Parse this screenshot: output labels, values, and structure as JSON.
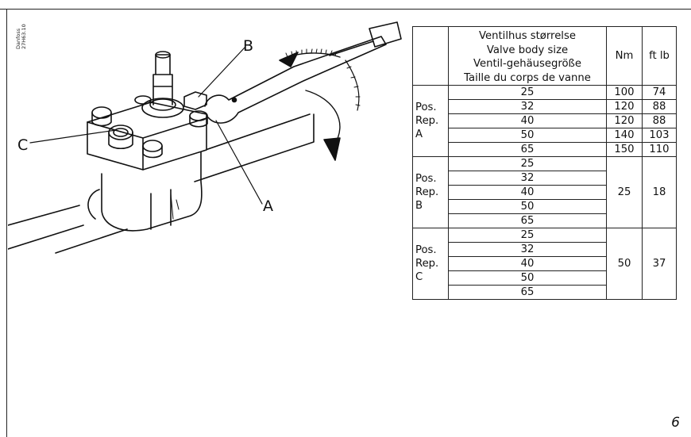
{
  "figure": {
    "code_line1": "Danfoss",
    "code_line2": "27H63.10",
    "callout_a": "A",
    "callout_b": "B",
    "callout_c": "C"
  },
  "table": {
    "header_size_lines": [
      "Ventilhus størrelse",
      "Valve body size",
      "Ventil-gehäusegröße",
      "Taille du corps de vanne"
    ],
    "header_nm": "Nm",
    "header_ftlb": "ft lb",
    "groups": [
      {
        "pos_lines": [
          "Pos.",
          "Rep.",
          "A"
        ],
        "rows": [
          {
            "size": "25",
            "nm": "100",
            "ftlb": "74"
          },
          {
            "size": "32",
            "nm": "120",
            "ftlb": "88"
          },
          {
            "size": "40",
            "nm": "120",
            "ftlb": "88"
          },
          {
            "size": "50",
            "nm": "140",
            "ftlb": "103"
          },
          {
            "size": "65",
            "nm": "150",
            "ftlb": "110"
          }
        ]
      },
      {
        "pos_lines": [
          "Pos.",
          "Rep.",
          "B"
        ],
        "sizes": [
          "25",
          "32",
          "40",
          "50",
          "65"
        ],
        "nm": "25",
        "ftlb": "18"
      },
      {
        "pos_lines": [
          "Pos.",
          "Rep.",
          "C"
        ],
        "sizes": [
          "25",
          "32",
          "40",
          "50",
          "65"
        ],
        "nm": "50",
        "ftlb": "37"
      }
    ]
  },
  "page_number": "6"
}
